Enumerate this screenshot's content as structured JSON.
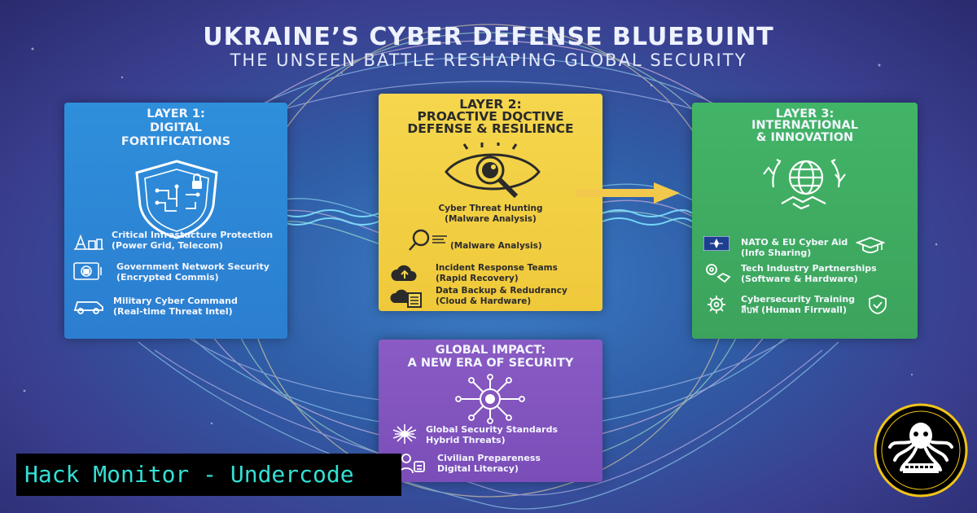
{
  "header": {
    "title": "UKRAINE’S CYBER DEFENSE BLUEBUINT",
    "subtitle": "THE UNSEEN BATTLE RESHAPING GLOBAL SECURITY"
  },
  "layer1": {
    "heading_1": "LAYER 1:",
    "heading_2": "DIGITAL",
    "heading_3": "FORTIFICATIONS",
    "items": [
      {
        "line1": "Critical Infrastucture Protection",
        "line2": "(Power Grid, Telecom)",
        "icon": "infrastructure-icon"
      },
      {
        "line1": "Government Network Security",
        "line2": "(Encrypted Commis)",
        "icon": "server-lock-icon"
      },
      {
        "line1": "Military Cyber Command",
        "line2": "(Real-time Threat Intel)",
        "icon": "military-vehicle-icon"
      }
    ]
  },
  "layer2": {
    "heading_1": "LAYER 2:",
    "heading_2": "PROACTIVE DQCTIVE",
    "heading_3": "DEFENSE & RESILIENCE",
    "hunting_1": "Cyber Threat Hunting",
    "hunting_2": "(Malware Analysis)",
    "items": [
      {
        "line1": "(Malware Analysis)",
        "line2": "",
        "icon": "magnifier-icon"
      },
      {
        "line1": "Incident Response Teams",
        "line2": "(Rapid Recovery)",
        "icon": "cloud-upload-icon"
      },
      {
        "line1": "Data Backup & Redudrancy",
        "line2": "(Cloud & Hardware)",
        "icon": "cloud-server-icon"
      }
    ]
  },
  "layer3": {
    "heading_1": "LAYER 3:",
    "heading_2": "INTERNATIONAL",
    "heading_3": "& INNOVATION",
    "items": [
      {
        "line1": "NATO & EU Cyber Aid",
        "line2": "(Info Sharing)",
        "icon": "nato-flag-icon"
      },
      {
        "line1": "Tech Industry Partnerships",
        "line2": "(Software & Hardware)",
        "icon": "partnership-icon"
      },
      {
        "line1": "Cybersecurity Training",
        "line2": "ลีบฬ (Human Firrwall)",
        "icon": "training-gear-icon"
      }
    ]
  },
  "impact": {
    "heading_1": "GLOBAL IMPACT:",
    "heading_2": "A NEW ERA OF SECURITY",
    "items": [
      {
        "line1": "Global Security Standards",
        "line2": "Hybrid Threats)",
        "icon": "burst-icon"
      },
      {
        "line1": "Civilian Prepareness",
        "line2": "Digital Literacy)",
        "icon": "civilian-icon"
      }
    ]
  },
  "watermark": {
    "label": "Hack Monitor - Undercode"
  },
  "colors": {
    "layer1": "#2e8fdb",
    "layer2": "#f5d64d",
    "layer3": "#42b467",
    "impact": "#8a5bc4",
    "watermark_text": "#33e0d4"
  }
}
